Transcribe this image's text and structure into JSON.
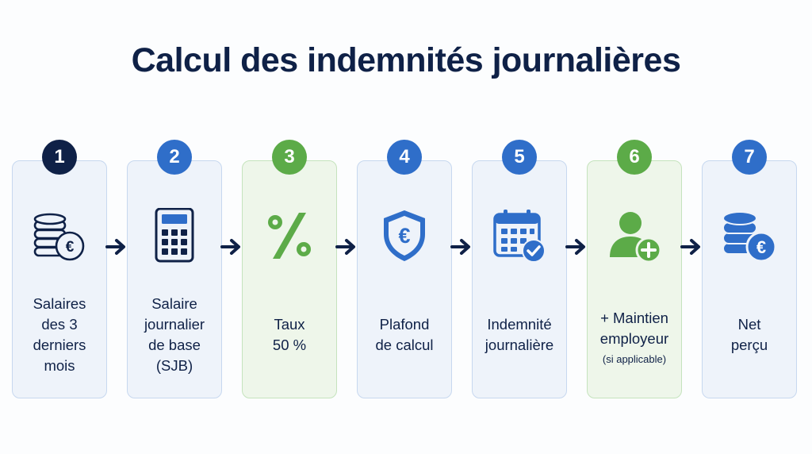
{
  "title": "Calcul des indemnités journalières",
  "colors": {
    "navy": "#0f2147",
    "blue": "#2f6ec9",
    "green": "#5cab48"
  },
  "steps": [
    {
      "number": "1",
      "label": [
        "Salaires",
        "des 3",
        "derniers",
        "mois"
      ],
      "icon": "coins-euro-icon",
      "theme": "navy"
    },
    {
      "number": "2",
      "label": [
        "Salaire",
        "journalier",
        "de base",
        "(SJB)"
      ],
      "icon": "calculator-icon",
      "theme": "blue"
    },
    {
      "number": "3",
      "label": [
        "Taux",
        "50 %"
      ],
      "icon": "percent-icon",
      "theme": "green"
    },
    {
      "number": "4",
      "label": [
        "Plafond",
        "de calcul"
      ],
      "icon": "shield-euro-icon",
      "theme": "blue"
    },
    {
      "number": "5",
      "label": [
        "Indemnité",
        "journalière"
      ],
      "icon": "calendar-check-icon",
      "theme": "blue"
    },
    {
      "number": "6",
      "label": [
        "+ Maintien",
        "employeur"
      ],
      "note": "(si applicable)",
      "icon": "user-plus-icon",
      "theme": "green"
    },
    {
      "number": "7",
      "label": [
        "Net",
        "perçu"
      ],
      "icon": "database-euro-icon",
      "theme": "blue"
    }
  ]
}
